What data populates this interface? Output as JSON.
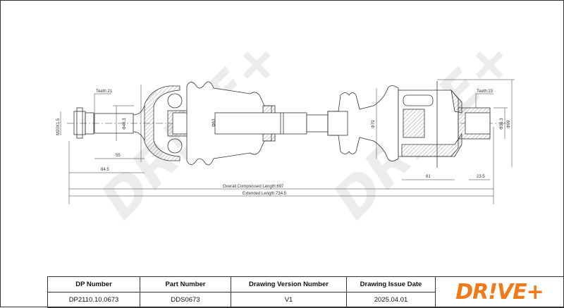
{
  "drawing": {
    "dimensions": {
      "thread": "M20X1.5",
      "teeth_left": "Teeth:21",
      "dia_left_shaft": "Φ46.3",
      "dia_left_joint": "Φ63",
      "len_55": "55",
      "len_84_5": "84.5",
      "overall_compressed": "Overall Compressed Length:697",
      "extended": "Extended Length:734.5",
      "dia_right_boot": "Φ79",
      "teeth_right": "Teeth:23",
      "dia_right_shaft": "Φ36.3",
      "dia_right_flange": "Φ99",
      "len_61": "61",
      "len_23_5": "23.5"
    },
    "watermark": "DR!VE+"
  },
  "title_block": {
    "headers": [
      "DP Number",
      "Part Number",
      "Drawing Version Number",
      "Drawing Issue Date"
    ],
    "values": [
      "DP2110.10.0673",
      "DDS0673",
      "V1",
      "2025.04.01"
    ],
    "logo": "DR!VE+"
  },
  "colors": {
    "brand": "#f07a1a",
    "line": "#333333"
  }
}
